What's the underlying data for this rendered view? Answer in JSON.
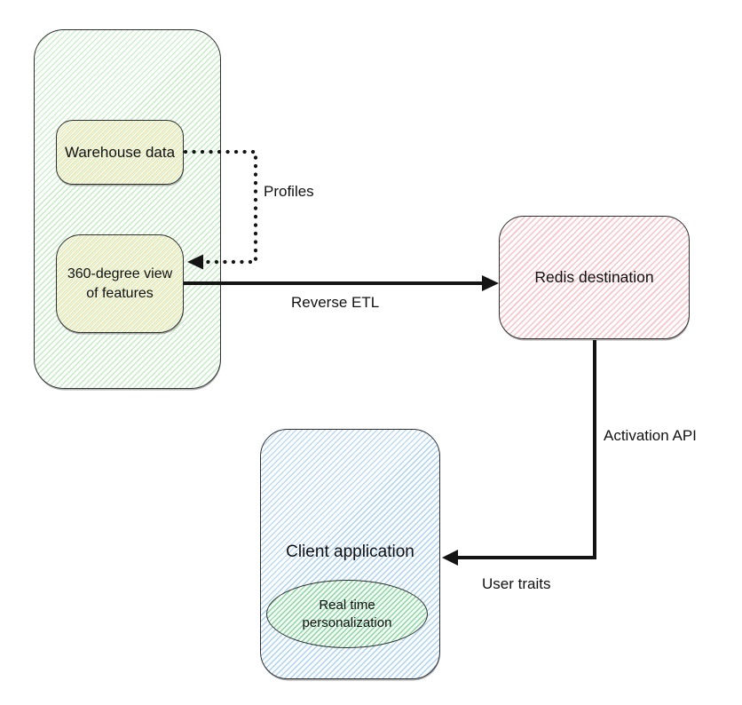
{
  "diagram": {
    "nodes": {
      "warehouse_group": {
        "label": "",
        "fill": "#e4f4e0",
        "hatch": "#a0dca0",
        "border": "#2f2f2f"
      },
      "warehouse_data": {
        "label": "Warehouse data",
        "fill": "#f7f2d2",
        "hatch": "#dad06e",
        "border": "#2f2f2f"
      },
      "feature_view": {
        "label": "360-degree view of features",
        "fill": "#f3f2cf",
        "hatch": "#dad06e",
        "border": "#2f2f2f"
      },
      "redis_destination": {
        "label": "Redis destination",
        "fill": "#fbe9ea",
        "hatch": "#f4babe",
        "border": "#2f2f2f"
      },
      "client_application": {
        "label": "Client application",
        "fill": "#e3f0fa",
        "hatch": "#8cbeeb",
        "border": "#2f2f2f"
      },
      "real_time_personalization": {
        "label": "Real time personalization",
        "fill": "#d9f2e0",
        "hatch": "#69c687",
        "border": "#2f2f2f"
      }
    },
    "edges": {
      "profiles": {
        "label": "Profiles",
        "from": "warehouse_data",
        "to": "feature_view",
        "style": "dotted"
      },
      "reverse_etl": {
        "label": "Reverse ETL",
        "from": "feature_view",
        "to": "redis_destination",
        "style": "solid"
      },
      "redis_to_client": {
        "labels": {
          "upper": "Activation API",
          "lower": "User traits"
        },
        "from": "redis_destination",
        "to": "client_application",
        "style": "solid"
      }
    },
    "colors": {
      "background": "#ffffff",
      "arrow": "#141414",
      "text": "#111111"
    }
  }
}
